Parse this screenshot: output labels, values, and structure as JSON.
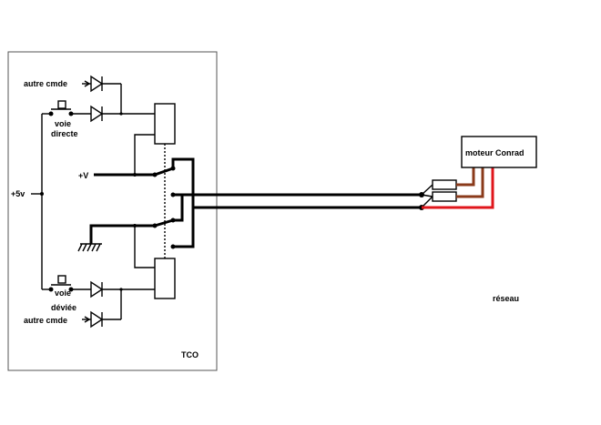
{
  "labels": {
    "autre_cmde_top": "autre cmde",
    "voie_directe_1": "voie",
    "voie_directe_2": "directe",
    "plus5v": "+5v",
    "plusV": "+V",
    "voie_deviee_1": "voie",
    "voie_deviee_2": "déviée",
    "autre_cmde_bottom": "autre cmde",
    "tco": "TCO",
    "moteur": "moteur Conrad",
    "reseau": "réseau"
  },
  "colors": {
    "wire": "#000000",
    "motor_wire_brown": "#8a3a1a",
    "motor_wire_red": "#e0161b"
  }
}
